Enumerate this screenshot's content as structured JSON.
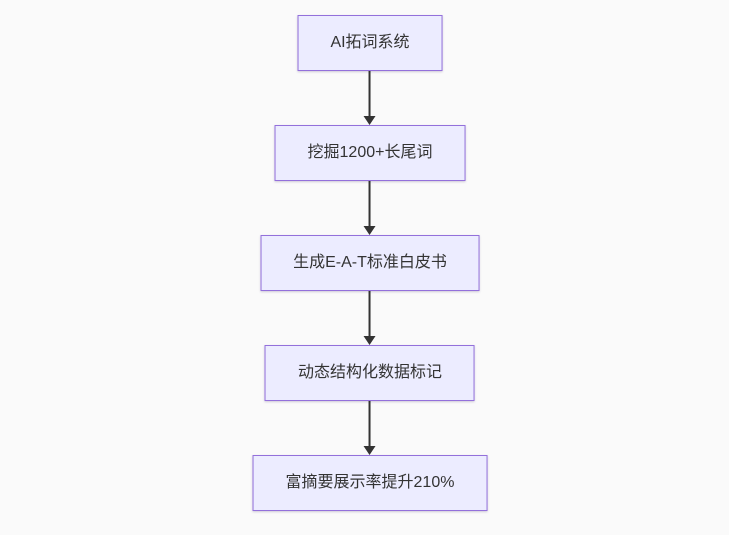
{
  "diagram": {
    "type": "flowchart",
    "direction": "top-down",
    "nodes": [
      {
        "id": "step-1",
        "label": "AI拓词系统"
      },
      {
        "id": "step-2",
        "label": "挖掘1200+长尾词"
      },
      {
        "id": "step-3",
        "label": "生成E-A-T标准白皮书"
      },
      {
        "id": "step-4",
        "label": "动态结构化数据标记"
      },
      {
        "id": "step-5",
        "label": "富摘要展示率提升210%"
      }
    ],
    "edges": [
      {
        "from": "step-1",
        "to": "step-2"
      },
      {
        "from": "step-2",
        "to": "step-3"
      },
      {
        "from": "step-3",
        "to": "step-4"
      },
      {
        "from": "step-4",
        "to": "step-5"
      }
    ],
    "colors": {
      "node_fill": "#ececff",
      "node_border": "#9370db",
      "node_text": "#333333",
      "edge": "#333333",
      "background": "#fafafa"
    }
  }
}
